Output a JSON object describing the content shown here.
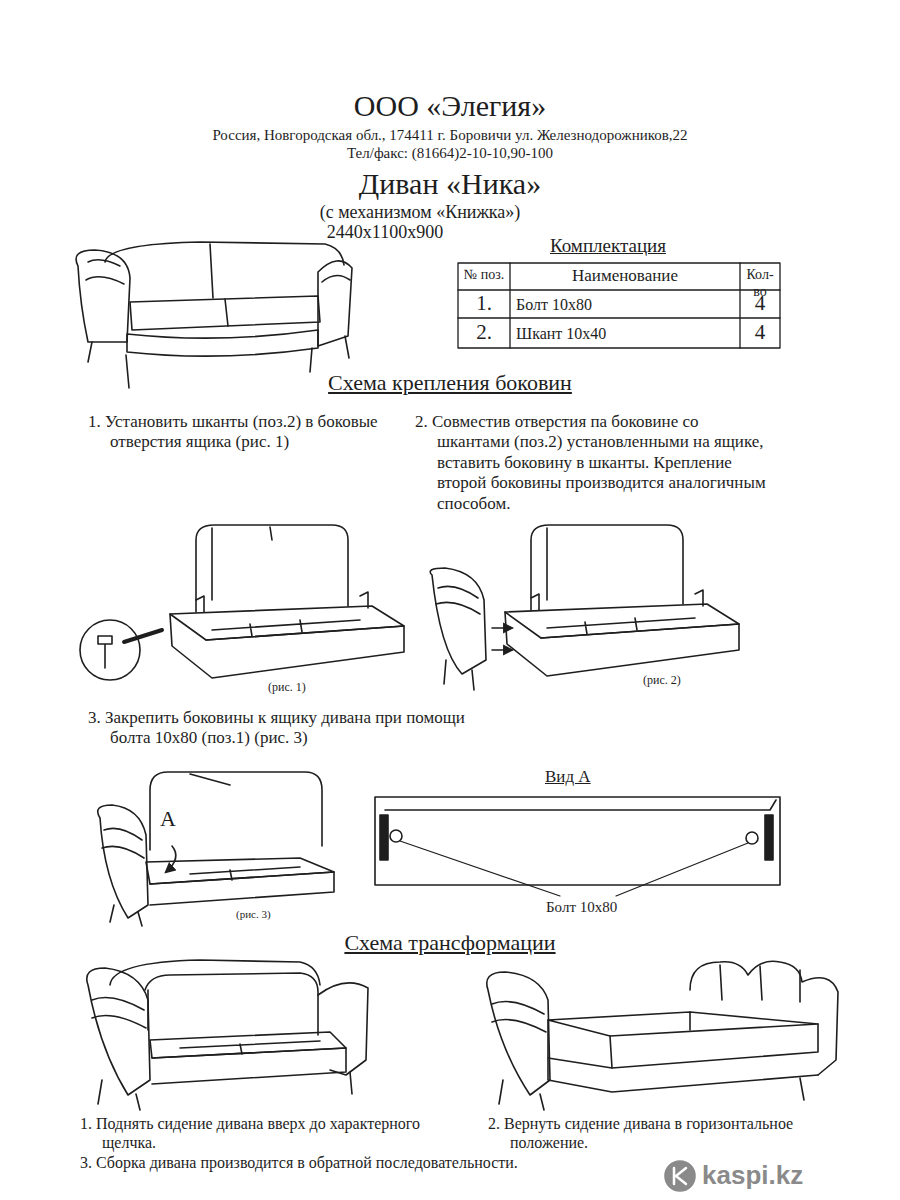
{
  "diagram": {
    "title": "ООО «Элегия»",
    "labels": [
      "Россия, Новгородская обл., 174411 г. Боровичи ул. Железнодорожников,22",
      "Тел/факс: (81664)2-10-10,90-100",
      "Диван «Ника»",
      "(с механизмом «Книжка»)",
      "2440х1100х900",
      "Комплектация",
      "№ поз.",
      "Наименование",
      "Кол-во",
      "1.",
      "Болт 10х80",
      "4",
      "2.",
      "Шкант 10х40",
      "4",
      "Схема крепления боковин",
      "1. Установить шканты (поз.2) в боковые отверстия ящика (рис. 1)",
      "2. Совместив отверстия па боковине со шкантами (поз.2) установленными на ящике, вставить боковину в шканты. Крепление второй боковины производится аналогичным способом.",
      "(рис. 1)",
      "(рис. 2)",
      "3. Закрепить боковины к ящику дивана при помощи болта 10х80 (поз.1) (рис. 3)",
      "A",
      "Вид А",
      "(рис. 3)",
      "Болт 10х80",
      "Схема трансформации",
      "1. Поднять сидение дивана вверх до характерного щелчка.",
      "2. Вернуть сидение дивана в горизонтальное положение.",
      "3. Сборка дивана производится в обратной последовательности.",
      "kaspi.kz"
    ]
  }
}
